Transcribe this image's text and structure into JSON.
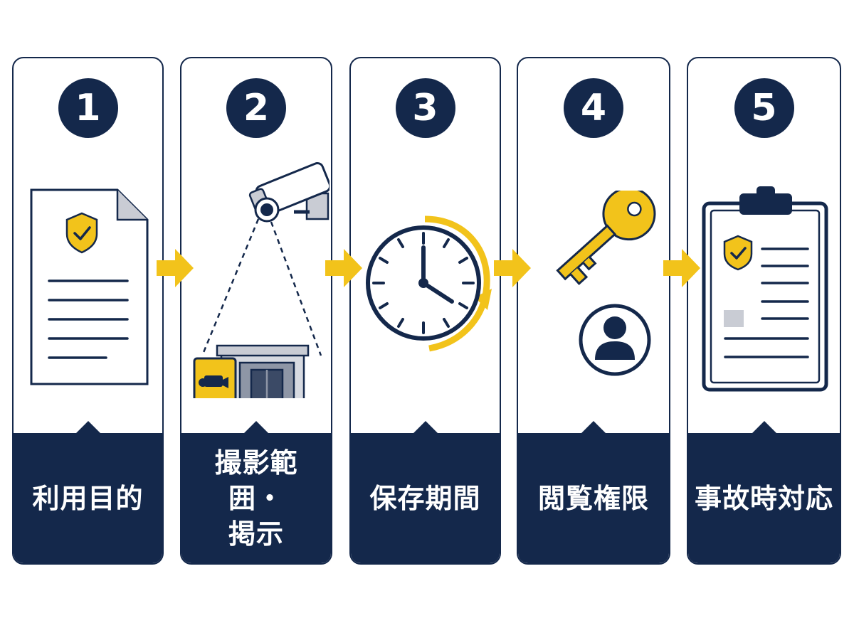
{
  "colors": {
    "navy": "#14284b",
    "yellow": "#f2c31b",
    "white": "#ffffff",
    "gray": "#c9ccd4",
    "green": "#7aa33a"
  },
  "steps": [
    {
      "number": "1",
      "label": "利用目的",
      "icon": "policy-document-icon"
    },
    {
      "number": "2",
      "label": "撮影範囲・\n掲示",
      "icon": "security-camera-icon"
    },
    {
      "number": "3",
      "label": "保存期間",
      "icon": "clock-icon"
    },
    {
      "number": "4",
      "label": "閲覧権限",
      "icon": "key-user-icon"
    },
    {
      "number": "5",
      "label": "事故時対応",
      "icon": "clipboard-report-icon"
    }
  ]
}
